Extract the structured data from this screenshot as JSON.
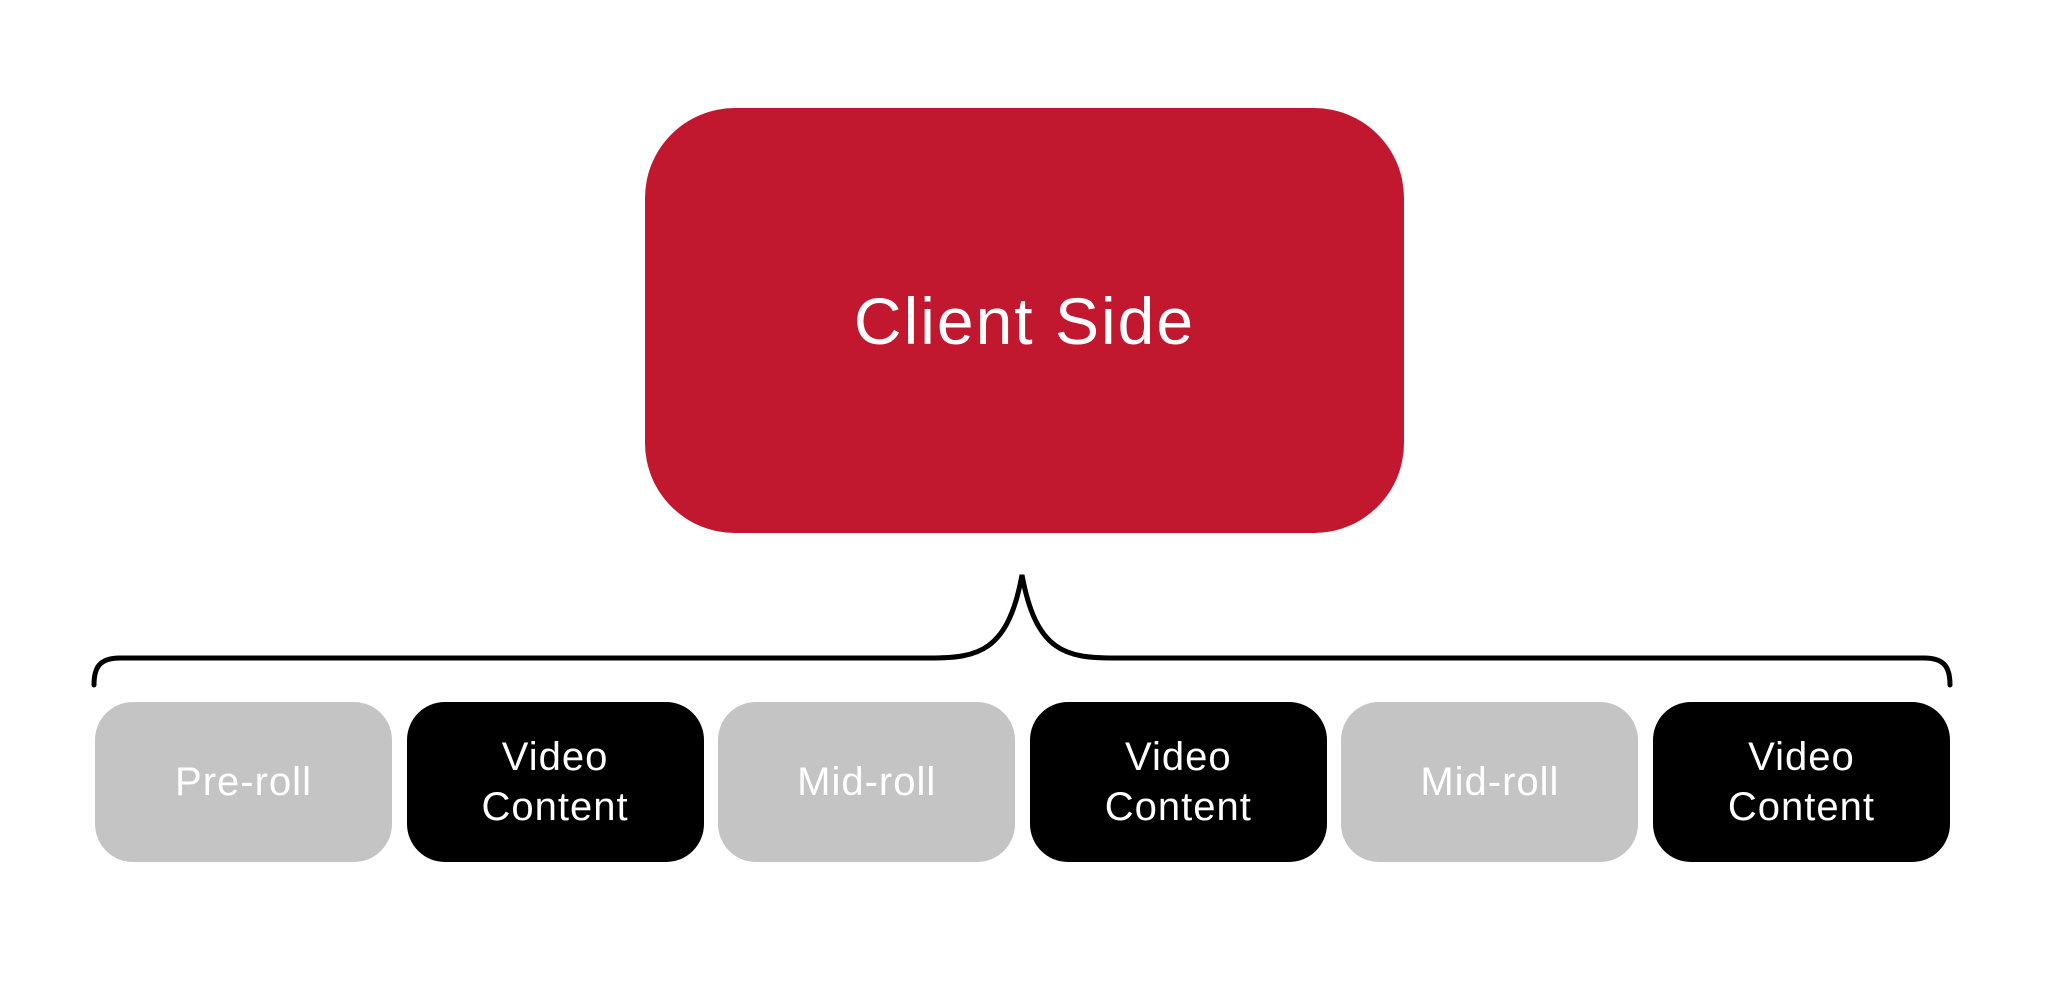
{
  "diagram": {
    "title_node": {
      "label": "Client Side",
      "color": "#C2182F",
      "text_color": "#FFFFFF"
    },
    "brace": {
      "color": "#000000",
      "style": "upward-curly-brace"
    },
    "timeline_nodes": [
      {
        "label": "Pre-roll",
        "type": "ad-break",
        "color": "#C4C4C4",
        "text_color": "#FFFFFF"
      },
      {
        "label": "Video Content",
        "type": "content",
        "color": "#000000",
        "text_color": "#FFFFFF"
      },
      {
        "label": "Mid-roll",
        "type": "ad-break",
        "color": "#C4C4C4",
        "text_color": "#FFFFFF"
      },
      {
        "label": "Video Content",
        "type": "content",
        "color": "#000000",
        "text_color": "#FFFFFF"
      },
      {
        "label": "Mid-roll",
        "type": "ad-break",
        "color": "#C4C4C4",
        "text_color": "#FFFFFF"
      },
      {
        "label": "Video Content",
        "type": "content",
        "color": "#000000",
        "text_color": "#FFFFFF"
      }
    ]
  }
}
